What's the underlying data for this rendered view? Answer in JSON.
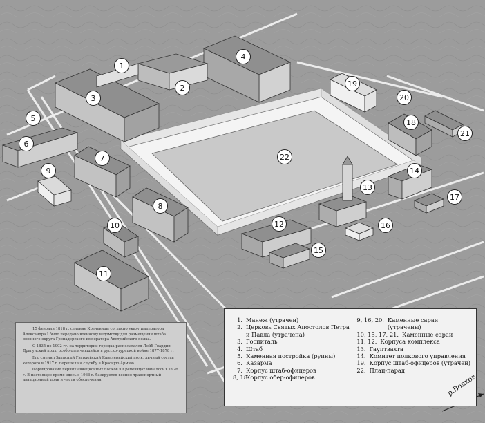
{
  "title": "",
  "markers": [
    {
      "id": "1"
    },
    {
      "id": "2"
    },
    {
      "id": "3"
    },
    {
      "id": "4"
    },
    {
      "id": "5"
    },
    {
      "id": "6"
    },
    {
      "id": "7"
    },
    {
      "id": "8"
    },
    {
      "id": "9"
    },
    {
      "id": "10"
    },
    {
      "id": "11"
    },
    {
      "id": "12"
    },
    {
      "id": "13"
    },
    {
      "id": "14"
    },
    {
      "id": "15"
    },
    {
      "id": "16"
    },
    {
      "id": "17"
    },
    {
      "id": "18"
    },
    {
      "id": "19"
    },
    {
      "id": "20"
    },
    {
      "id": "21"
    },
    {
      "id": "22"
    }
  ],
  "legend": {
    "col1": [
      {
        "num": "1.",
        "label": "Манеж (утрачен)"
      },
      {
        "num": "2.",
        "label": "Церковь Святых Апостолов Петра и Павла (утрачена)"
      },
      {
        "num": "3.",
        "label": "Госпиталь"
      },
      {
        "num": "4.",
        "label": "Штаб"
      },
      {
        "num": "5.",
        "label": "Каменная постройка (руины)"
      },
      {
        "num": "6.",
        "label": "Казарма"
      },
      {
        "num": "7.",
        "label": "Корпус штаб-офицеров"
      },
      {
        "num": "8, 18.",
        "label": "Корпус обер-офицеров"
      }
    ],
    "col2": [
      {
        "num": "9, 16, 20.",
        "label": "Каменные сараи (утрачены)"
      },
      {
        "num": "10, 15, 17, 21.",
        "label": "Каменные сараи"
      },
      {
        "num": "11, 12.",
        "label": "Корпуса комплекса"
      },
      {
        "num": "13.",
        "label": "Гауптвахта"
      },
      {
        "num": "14.",
        "label": "Комитет полкового управления"
      },
      {
        "num": "19.",
        "label": "Корпус штаб-офицеров (утрачен)"
      },
      {
        "num": "22.",
        "label": "Плац-парад"
      }
    ]
  },
  "history": [
    "15 февраля 1818 г. селение Кречевицы согласно указу императора Александра I было передано военному ведомству для размещения штаба военного округа Гренадерского императора Австрийского полка.",
    "С 1835 по 1902 гг. на территории городка располагался Лейб-Гвардии Драгунский полк, особо отличившийся в русско-турецкой войне 1877-1878 гг.",
    "Его сменил Запасный Гвардейский Кавалерийский полк, личный состав которого в 1917 г. перешел на службу в Красную Армию.",
    "Формирование первых авиационных полков в Кречевицах началось в 1926 г. В настоящее время здесь с 1966 г. базируется военно-транспортный авиационный полк и части обеспечения."
  ],
  "river_label": "р.Волхов"
}
